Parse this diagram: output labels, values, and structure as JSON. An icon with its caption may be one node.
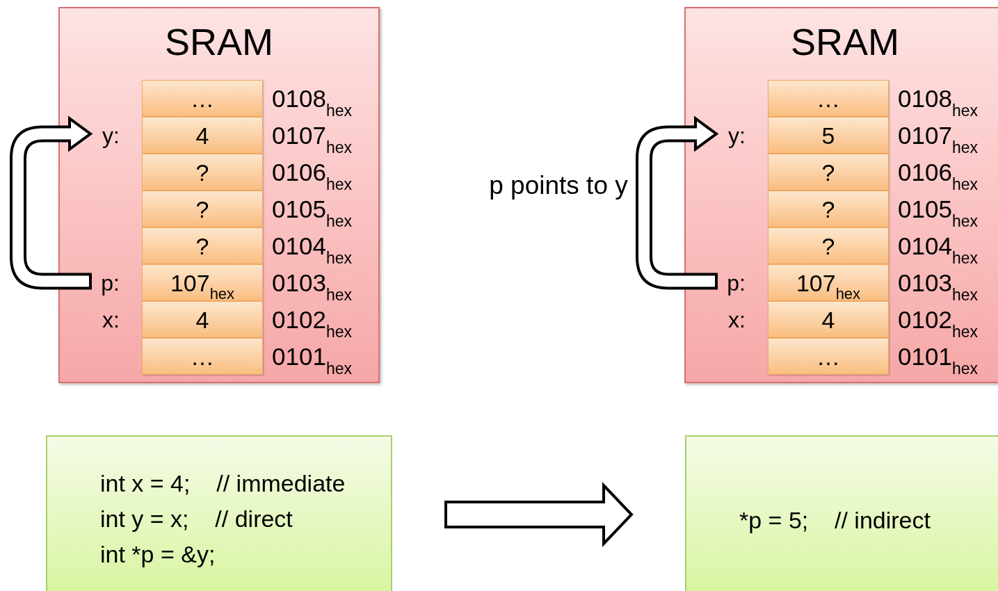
{
  "diagram": {
    "nodes": [
      {
        "text": [
          "SRAM"
        ]
      },
      {
        "text": [
          "y:"
        ],
        "in": 0
      },
      {
        "text": [
          "p:"
        ],
        "in": 0
      },
      {
        "text": [
          "x:"
        ],
        "in": 0
      },
      {
        "text": [
          "…"
        ],
        "in": 0,
        "beside": [
          "0108$_{hex}$"
        ]
      },
      {
        "text": [
          "4"
        ],
        "in": 0,
        "beside": [
          "0107$_{hex}$"
        ]
      },
      {
        "text": [
          "?"
        ],
        "in": 0,
        "beside": [
          "0106$_{hex}$"
        ]
      },
      {
        "text": [
          "?"
        ],
        "in": 0,
        "beside": [
          "0105$_{hex}$"
        ]
      },
      {
        "text": [
          "?"
        ],
        "in": 0,
        "beside": [
          "0104$_{hex}$"
        ]
      },
      {
        "text": [
          "107$_{hex}$"
        ],
        "in": 0,
        "beside": [
          "0103$_{hex}$"
        ]
      },
      {
        "text": [
          "4"
        ],
        "in": 0,
        "beside": [
          "0102$_{hex}$"
        ]
      },
      {
        "text": [
          "…"
        ],
        "in": 0,
        "beside": [
          "0101$_{hex}$"
        ]
      },
      {
        "text": [
          "SRAM"
        ]
      },
      {
        "text": [
          "y:"
        ],
        "in": 12
      },
      {
        "text": [
          "p:"
        ],
        "in": 12
      },
      {
        "text": [
          "x:"
        ],
        "in": 12
      },
      {
        "text": [
          "…"
        ],
        "in": 12,
        "beside": [
          "0108$_{hex}$"
        ]
      },
      {
        "text": [
          "5"
        ],
        "in": 12,
        "beside": [
          "0107$_{hex}$"
        ]
      },
      {
        "text": [
          "?"
        ],
        "in": 12,
        "beside": [
          "0106$_{hex}$"
        ]
      },
      {
        "text": [
          "?"
        ],
        "in": 12,
        "beside": [
          "0105$_{hex}$"
        ]
      },
      {
        "text": [
          "?"
        ],
        "in": 12,
        "beside": [
          "0104$_{hex}$"
        ]
      },
      {
        "text": [
          "107$_{hex}$"
        ],
        "in": 12,
        "beside": [
          "0103$_{hex}$"
        ]
      },
      {
        "text": [
          "4"
        ],
        "in": 12,
        "beside": [
          "0102$_{hex}$"
        ]
      },
      {
        "text": [
          "…"
        ],
        "in": 12,
        "beside": [
          "0101$_{hex}$"
        ]
      },
      {
        "text": [
          "int x = 4;    // immediate",
          "int y = x;    // direct",
          "int *p = &y;"
        ]
      },
      {
        "text": [
          "*p = 5;    // indirect"
        ]
      }
    ],
    "edges": [
      {
        "from": 2,
        "to": 1,
        "arrow": "to",
        "style": "thick"
      },
      {
        "from": 14,
        "to": 13,
        "arrow": "to",
        "style": "thick"
      },
      {
        "from": 24,
        "to": 25,
        "arrow": "to",
        "style": "thick"
      }
    ],
    "labels": [
      "p points to y"
    ]
  }
}
